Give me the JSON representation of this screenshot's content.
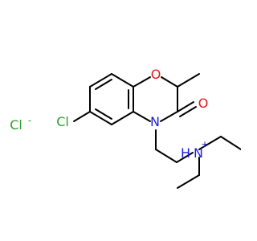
{
  "molecule": {
    "atom_labels": {
      "chlorine_ring": "Cl",
      "ring_oxygen": "O",
      "carbonyl_oxygen": "O",
      "ring_nitrogen": "N",
      "ammonium_nitrogen": "N",
      "ammonium_hydrogen": "H",
      "ammonium_charge": "+",
      "chloride_ion": "Cl",
      "chloride_charge": "-"
    },
    "colors": {
      "bond": "#000000",
      "chlorine": "#2e9e2e",
      "oxygen": "#e8141e",
      "nitrogen": "#1c1ce0"
    }
  }
}
